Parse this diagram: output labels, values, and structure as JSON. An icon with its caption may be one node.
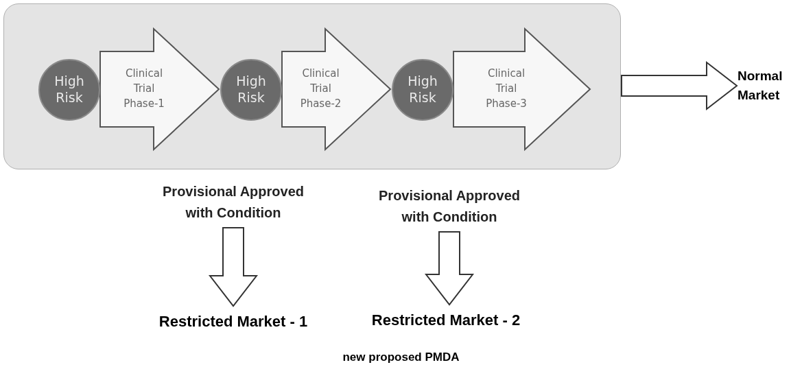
{
  "diagram": {
    "caption": "new proposed PMDA",
    "nodes": [
      {
        "text": [],
        "shape": "box"
      },
      {
        "text": [
          "High Risk"
        ],
        "in": 0
      },
      {
        "text": [
          "High Risk"
        ],
        "in": 0
      },
      {
        "text": [
          "High Risk"
        ],
        "in": 0
      },
      {
        "text": [
          "Normal Market"
        ]
      },
      {
        "text": [
          "Provisional Approved with Condition"
        ]
      },
      {
        "text": [
          "Provisional Approved with Condition"
        ]
      },
      {
        "text": [
          "Restricted Market - 1"
        ]
      },
      {
        "text": [
          "Restricted Market - 2"
        ]
      }
    ],
    "edges": [
      {
        "from": 1,
        "to": 2,
        "arrow": "to",
        "label": "Clinical Trial Phase-1",
        "style": "thick"
      },
      {
        "from": 2,
        "to": 3,
        "arrow": "to",
        "label": "Clinical Trial Phase-2",
        "style": "thick"
      },
      {
        "from": 3,
        "to": null,
        "arrow": "to",
        "label": "Clinical Trial Phase-3",
        "style": "thick"
      },
      {
        "from": 0,
        "to": 4,
        "arrow": "to"
      },
      {
        "from": 5,
        "to": 7,
        "arrow": "to"
      },
      {
        "from": 6,
        "to": 8,
        "arrow": "to"
      }
    ]
  }
}
